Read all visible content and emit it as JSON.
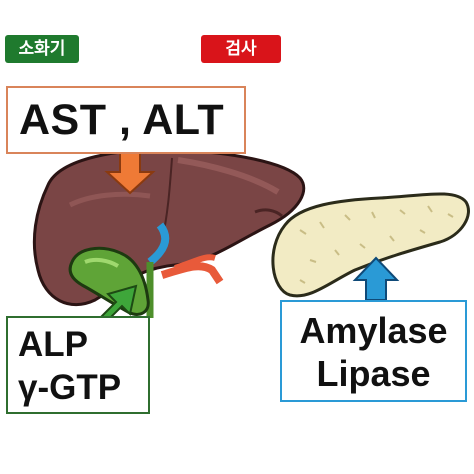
{
  "badges": {
    "digestive": {
      "label": "소화기",
      "color": "#1f7a2e"
    },
    "exam": {
      "label": "검사",
      "color": "#d9141a"
    }
  },
  "labels": {
    "liver_enzymes": "AST , ALT",
    "bile_enzymes": [
      "ALP",
      "γ-GTP"
    ],
    "pancreas_enzymes": [
      "Amylase",
      "Lipase"
    ]
  },
  "colors": {
    "liver": "#7a4545",
    "gallbladder": "#5fa437",
    "pancreas": "#f2ebc4",
    "liver_arrow": "#ef7a36",
    "bile_arrow": "#3ea63a",
    "pancreas_arrow": "#2a9ad6"
  },
  "icons": {
    "liver": "liver-illustration",
    "gallbladder": "gallbladder-illustration",
    "pancreas": "pancreas-illustration"
  }
}
